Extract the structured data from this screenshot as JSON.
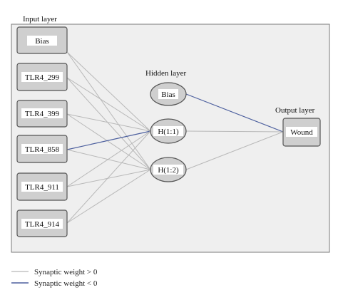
{
  "layers": {
    "input_title": "Input layer",
    "hidden_title": "Hidden layer",
    "output_title": "Output layer"
  },
  "input_nodes": [
    "Bias",
    "TLR4_299",
    "TLR4_399",
    "TLR4_858",
    "TLR4_911",
    "TLR4_914"
  ],
  "hidden_nodes": [
    "Bias",
    "H(1:1)",
    "H(1:2)"
  ],
  "output_nodes": [
    "Wound"
  ],
  "legend": {
    "positive": "Synaptic weight > 0",
    "negative": "Synaptic weight < 0"
  },
  "colors": {
    "positive_weight": "#b8b8b8",
    "negative_weight": "#4c5f9e"
  },
  "connections": [
    {
      "from": "Bias",
      "to": "H(1:1)",
      "sign": "positive"
    },
    {
      "from": "Bias",
      "to": "H(1:2)",
      "sign": "positive"
    },
    {
      "from": "TLR4_299",
      "to": "H(1:1)",
      "sign": "positive"
    },
    {
      "from": "TLR4_299",
      "to": "H(1:2)",
      "sign": "positive"
    },
    {
      "from": "TLR4_399",
      "to": "H(1:1)",
      "sign": "positive"
    },
    {
      "from": "TLR4_399",
      "to": "H(1:2)",
      "sign": "positive"
    },
    {
      "from": "TLR4_858",
      "to": "H(1:1)",
      "sign": "negative"
    },
    {
      "from": "TLR4_858",
      "to": "H(1:2)",
      "sign": "positive"
    },
    {
      "from": "TLR4_911",
      "to": "H(1:1)",
      "sign": "positive"
    },
    {
      "from": "TLR4_911",
      "to": "H(1:2)",
      "sign": "positive"
    },
    {
      "from": "TLR4_914",
      "to": "H(1:1)",
      "sign": "positive"
    },
    {
      "from": "TLR4_914",
      "to": "H(1:2)",
      "sign": "positive"
    },
    {
      "from": "Bias (hidden)",
      "to": "Wound",
      "sign": "negative"
    },
    {
      "from": "H(1:1)",
      "to": "Wound",
      "sign": "positive"
    },
    {
      "from": "H(1:2)",
      "to": "Wound",
      "sign": "positive"
    }
  ]
}
